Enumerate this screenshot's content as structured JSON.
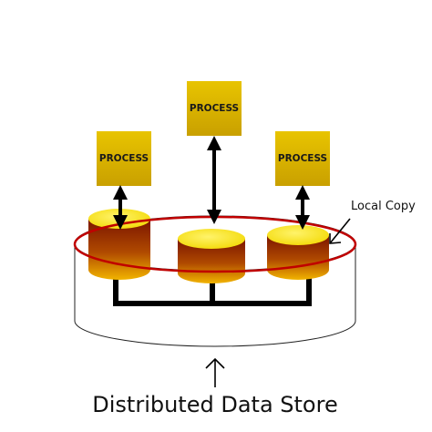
{
  "processes": [
    {
      "label": "PROCESS"
    },
    {
      "label": "PROCESS"
    },
    {
      "label": "PROCESS"
    }
  ],
  "local_copy_label": "Local Copy",
  "caption": "Distributed Data Store",
  "colors": {
    "process_box": "#d9b400",
    "cylinder_top": "#ffe600",
    "cylinder_body_top": "#8a1a00",
    "cylinder_body_bottom": "#f0b000",
    "ring": "#c00000",
    "arrow": "#000000"
  }
}
